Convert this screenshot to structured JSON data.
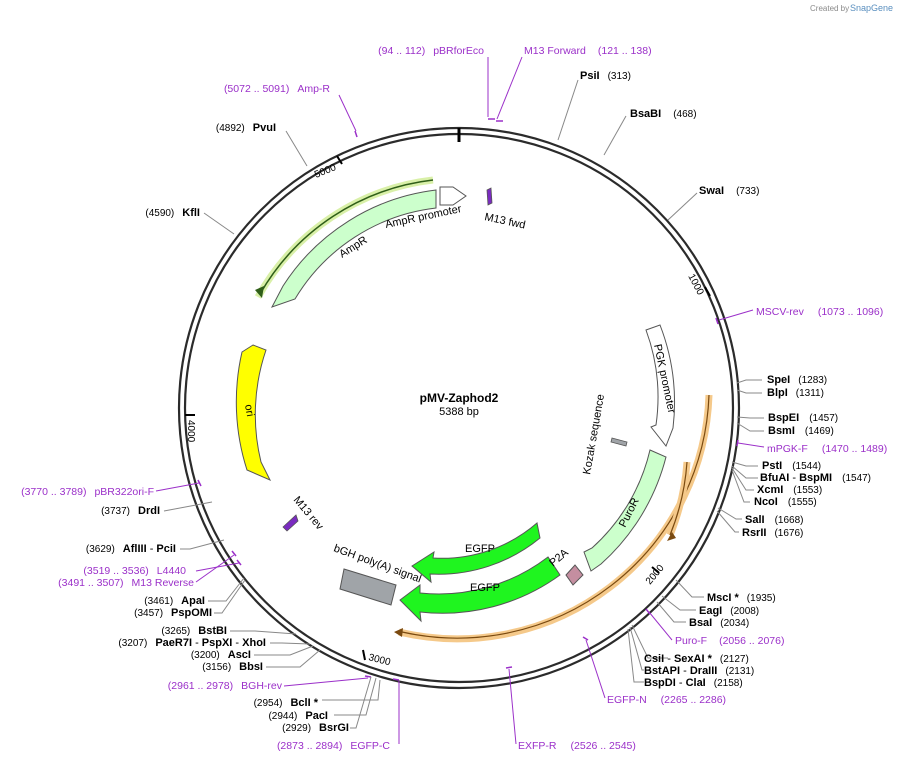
{
  "branding": {
    "created_by": "Created by",
    "app": "SnapGene"
  },
  "plasmid": {
    "name": "pMV-Zaphod2",
    "length": "5388 bp"
  },
  "ticks": [
    "1000",
    "2000",
    "3000",
    "4000",
    "5000"
  ],
  "features": {
    "ampr_promoter": "AmpR promoter",
    "ampr": "AmpR",
    "m13_fwd": "M13 fwd",
    "ori": "ori",
    "m13_rev": "M13 rev",
    "bgh": "bGH poly(A) signal",
    "egfp1": "EGFP",
    "egfp2": "EGFP",
    "p2a": "P2A",
    "puror": "PuroR",
    "kozak": "Kozak sequence",
    "pgk": "PGK promoter"
  },
  "sites": {
    "psiI": {
      "name": "PsiI",
      "pos": "(313)"
    },
    "bsaBI": {
      "name": "BsaBI",
      "pos": "(468)"
    },
    "swaI": {
      "name": "SwaI",
      "pos": "(733)"
    },
    "speI": {
      "name": "SpeI",
      "pos": "(1283)"
    },
    "blpI": {
      "name": "BlpI",
      "pos": "(1311)"
    },
    "bspEI": {
      "name": "BspEI",
      "pos": "(1457)"
    },
    "bsmI": {
      "name": "BsmI",
      "pos": "(1469)"
    },
    "pstI": {
      "name": "PstI",
      "pos": "(1544)"
    },
    "bfuAI": {
      "name": "BfuAI",
      "sep": " - ",
      "name2": "BspMI",
      "pos": "(1547)"
    },
    "xcmI": {
      "name": "XcmI",
      "pos": "(1553)"
    },
    "ncoI": {
      "name": "NcoI",
      "pos": "(1555)"
    },
    "salI": {
      "name": "SalI",
      "pos": "(1668)"
    },
    "rsrII": {
      "name": "RsrII",
      "pos": "(1676)"
    },
    "mscI": {
      "name": "MscI *",
      "pos": "(1935)"
    },
    "eagI": {
      "name": "EagI",
      "pos": "(2008)"
    },
    "bsaI": {
      "name": "BsaI",
      "pos": "(2034)"
    },
    "csiI": {
      "name": "CsiI",
      "sep": " - ",
      "name2": "SexAI *",
      "pos": "(2127)"
    },
    "bstAPI": {
      "name": "BstAPI",
      "sep": " - ",
      "name2": "DraIII",
      "pos": "(2131)"
    },
    "bspDI": {
      "name": "BspDI",
      "sep": " - ",
      "name2": "ClaI",
      "pos": "(2158)"
    },
    "bclI": {
      "pos": "(2954)",
      "name": "BclI *"
    },
    "pacI": {
      "pos": "(2944)",
      "name": "PacI"
    },
    "bsrGI": {
      "pos": "(2929)",
      "name": "BsrGI"
    },
    "bbsI": {
      "pos": "(3156)",
      "name": "BbsI"
    },
    "ascI": {
      "pos": "(3200)",
      "name": "AscI"
    },
    "paeR7I": {
      "pos": "(3207)",
      "name": "PaeR7I",
      "sep": " - ",
      "name2": "PspXI",
      "sep2": " - ",
      "name3": "XhoI"
    },
    "bstBI": {
      "pos": "(3265)",
      "name": "BstBI"
    },
    "pspOMI": {
      "pos": "(3457)",
      "name": "PspOMI"
    },
    "apaI": {
      "pos": "(3461)",
      "name": "ApaI"
    },
    "aflIII": {
      "pos": "(3629)",
      "name": "AflIII",
      "sep": " - ",
      "name2": "PciI"
    },
    "drdI": {
      "pos": "(3737)",
      "name": "DrdI"
    },
    "kflI": {
      "pos": "(4590)",
      "name": "KflI"
    },
    "pvuI": {
      "pos": "(4892)",
      "name": "PvuI"
    }
  },
  "primers": {
    "pbrforeco": {
      "range": "(94 .. 112)",
      "name": "pBRforEco"
    },
    "m13forward": {
      "name": "M13 Forward",
      "range": "(121 .. 138)"
    },
    "ampr_p": {
      "range": "(5072 .. 5091)",
      "name": "Amp-R"
    },
    "mscv": {
      "name": "MSCV-rev",
      "range": "(1073 .. 1096)"
    },
    "mpgk": {
      "name": "mPGK-F",
      "range": "(1470 .. 1489)"
    },
    "puro": {
      "name": "Puro-F",
      "range": "(2056 .. 2076)"
    },
    "egfpn": {
      "name": "EGFP-N",
      "range": "(2265 .. 2286)"
    },
    "xfp": {
      "name": "EXFP-R",
      "range": "(2526 .. 2545)"
    },
    "egfpc": {
      "range": "(2873 .. 2894)",
      "name": "EGFP-C"
    },
    "bgh": {
      "range": "(2961 .. 2978)",
      "name": "BGH-rev"
    },
    "m13rev": {
      "range": "(3491 .. 3507)",
      "name": "M13 Reverse"
    },
    "l4440": {
      "range": "(3519 .. 3536)",
      "name": "L4440"
    },
    "pbr322": {
      "range": "(3770 .. 3789)",
      "name": "pBR322ori-F"
    }
  },
  "colors": {
    "ring": "#2b2b2b",
    "primer": "#9b30c9",
    "ampr_fill": "#ccffcc",
    "ori_fill": "#ffff00",
    "egfp_fill": "#1ff51f",
    "bgh_fill": "#a0a4a8",
    "p2a_fill": "#c48ea0",
    "orf_glow": "#f5c98a",
    "ampr_glow": "#d9f0a8"
  }
}
